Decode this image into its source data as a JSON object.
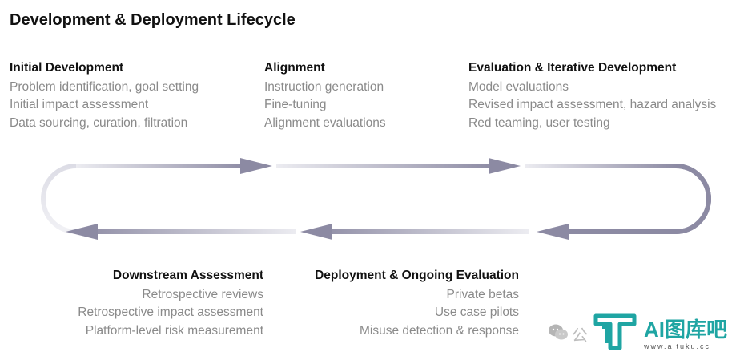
{
  "title": "Development & Deployment Lifecycle",
  "stages": {
    "initial": {
      "heading": "Initial Development",
      "items": [
        "Problem identification, goal setting",
        "Initial impact assessment",
        "Data sourcing, curation, filtration"
      ]
    },
    "alignment": {
      "heading": "Alignment",
      "items": [
        "Instruction generation",
        "Fine-tuning",
        "Alignment evaluations"
      ]
    },
    "evaluation": {
      "heading": "Evaluation & Iterative Development",
      "items": [
        "Model evaluations",
        "Revised impact assessment, hazard analysis",
        "Red teaming, user testing"
      ]
    },
    "downstream": {
      "heading": "Downstream Assessment",
      "items": [
        "Retrospective reviews",
        "Retrospective impact assessment",
        "Platform-level risk measurement"
      ]
    },
    "deployment": {
      "heading": "Deployment & Ongoing Evaluation",
      "items": [
        "Private betas",
        "Use case pilots",
        "Misuse detection & response"
      ]
    }
  },
  "colors": {
    "arrow": "#8c8aa3",
    "arrow_faded": "#ececf1",
    "heading": "#111111",
    "item": "#8a8a8a",
    "watermark": "#1fa5a3"
  },
  "watermark": {
    "icons": [
      "wechat-icon",
      "aituku-logo-icon"
    ],
    "prefix": "公",
    "brand": "AI图库吧",
    "url": "www.aituku.cc"
  }
}
